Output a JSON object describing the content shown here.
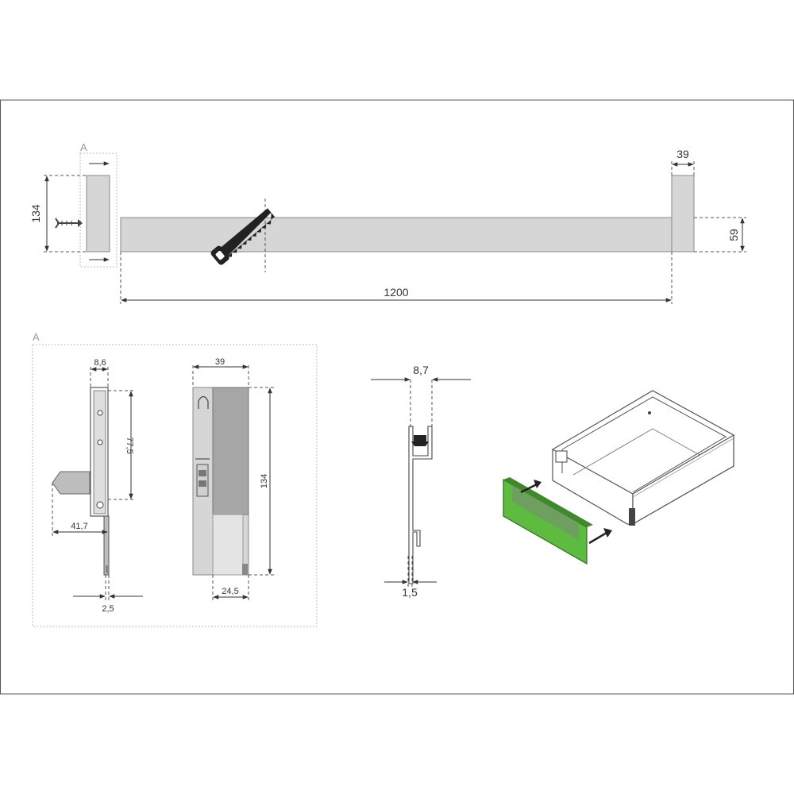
{
  "detail_letter": "A",
  "dimensions": {
    "top_height": "134",
    "top_end_width": "39",
    "top_rail_height": "59",
    "top_length": "1200",
    "clip_width": "8,6",
    "clip_hole_spacing": "77,5",
    "clip_offset": "41,7",
    "clip_thickness": "2,5",
    "front_width": "39",
    "front_height": "134",
    "front_lower_width": "24,5",
    "profile_width": "8,7",
    "profile_thickness": "1,5"
  },
  "colors": {
    "accent_green": "#5dbb3f",
    "part_fill": "#d6d6d6",
    "part_dark": "#a6a6a6"
  },
  "icons": [
    "saw-icon",
    "screw-icon",
    "arrow-icon"
  ]
}
